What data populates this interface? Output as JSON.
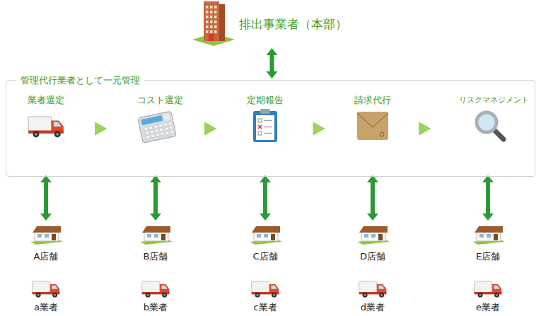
{
  "diagram": {
    "nodes": [
      {
        "text": [
          "排出事業者（本部）"
        ]
      },
      {
        "text": [
          "管理代行業者として一元管理"
        ]
      },
      {
        "text": [
          "業者選定"
        ],
        "in": 1
      },
      {
        "text": [
          "コスト選定"
        ],
        "in": 1
      },
      {
        "text": [
          "定期報告"
        ],
        "in": 1
      },
      {
        "text": [
          "請求代行"
        ],
        "in": 1
      },
      {
        "text": [
          "リスクマネジメント"
        ],
        "in": 1
      },
      {
        "text": [
          "A店舗"
        ]
      },
      {
        "text": [
          "B店舗"
        ]
      },
      {
        "text": [
          "C店舗"
        ]
      },
      {
        "text": [
          "D店舗"
        ]
      },
      {
        "text": [
          "E店舗"
        ]
      },
      {
        "text": [
          "a業者"
        ]
      },
      {
        "text": [
          "b業者"
        ]
      },
      {
        "text": [
          "c業者"
        ]
      },
      {
        "text": [
          "d業者"
        ]
      },
      {
        "text": [
          "e業者"
        ]
      }
    ],
    "edges": [
      {
        "from": 0,
        "to": 1,
        "arrow": "both"
      },
      {
        "from": 2,
        "to": 3,
        "arrow": "to"
      },
      {
        "from": 3,
        "to": 4,
        "arrow": "to"
      },
      {
        "from": 4,
        "to": 5,
        "arrow": "to"
      },
      {
        "from": 5,
        "to": 6,
        "arrow": "to"
      },
      {
        "from": 2,
        "to": 7,
        "arrow": "both"
      },
      {
        "from": 3,
        "to": 8,
        "arrow": "both"
      },
      {
        "from": 4,
        "to": 9,
        "arrow": "both"
      },
      {
        "from": 5,
        "to": 10,
        "arrow": "both"
      },
      {
        "from": 6,
        "to": 11,
        "arrow": "both"
      }
    ]
  }
}
